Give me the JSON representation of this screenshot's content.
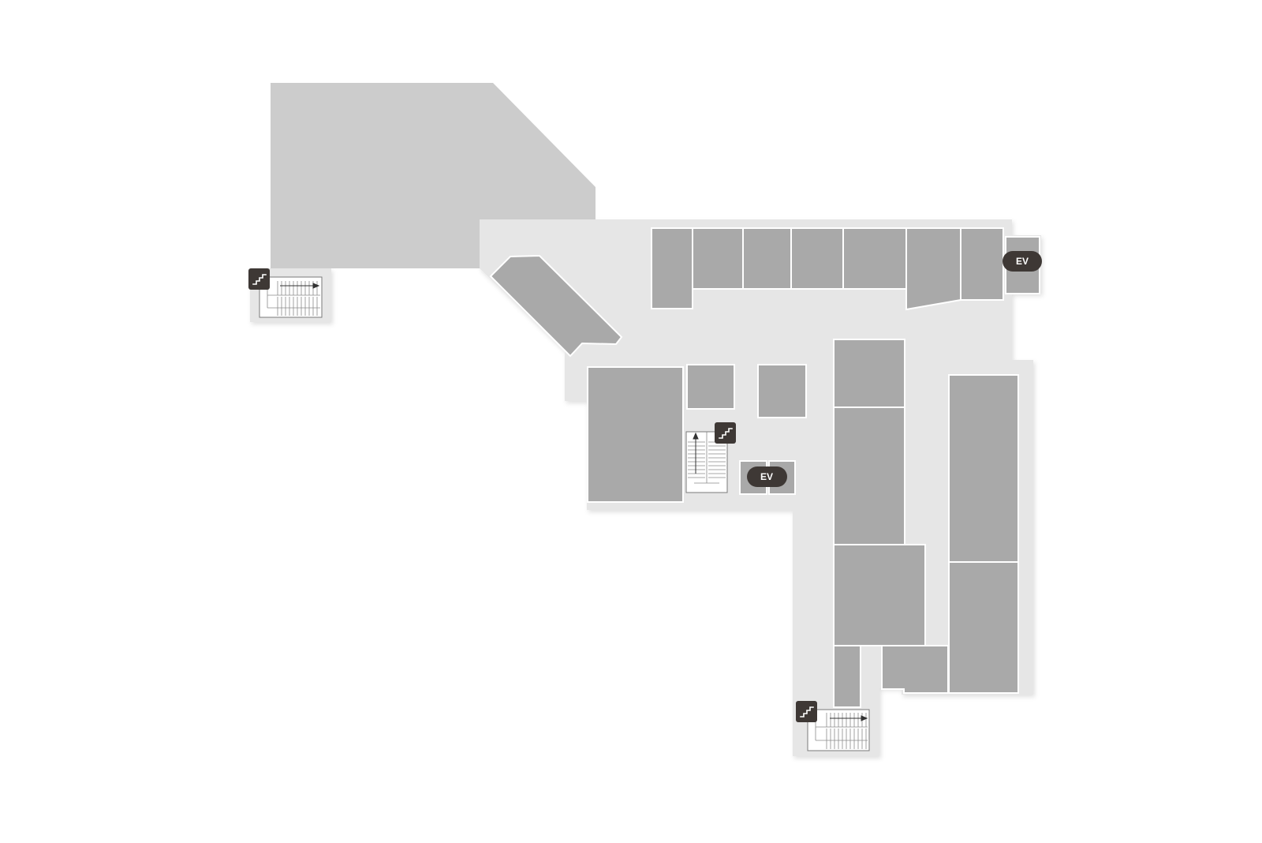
{
  "floor_map": {
    "elevators": [
      {
        "id": "ev-east",
        "label": "EV"
      },
      {
        "id": "ev-center",
        "label": "EV"
      }
    ],
    "stairs": [
      {
        "id": "stairs-west",
        "icon": "stairs-icon"
      },
      {
        "id": "stairs-center",
        "icon": "stairs-icon"
      },
      {
        "id": "stairs-south",
        "icon": "stairs-icon"
      }
    ],
    "colors": {
      "background": "#ffffff",
      "corridor": "#e6e6e6",
      "plaza": "#cccccc",
      "shop": "#a9a9a9",
      "badge": "#3e3835"
    }
  }
}
